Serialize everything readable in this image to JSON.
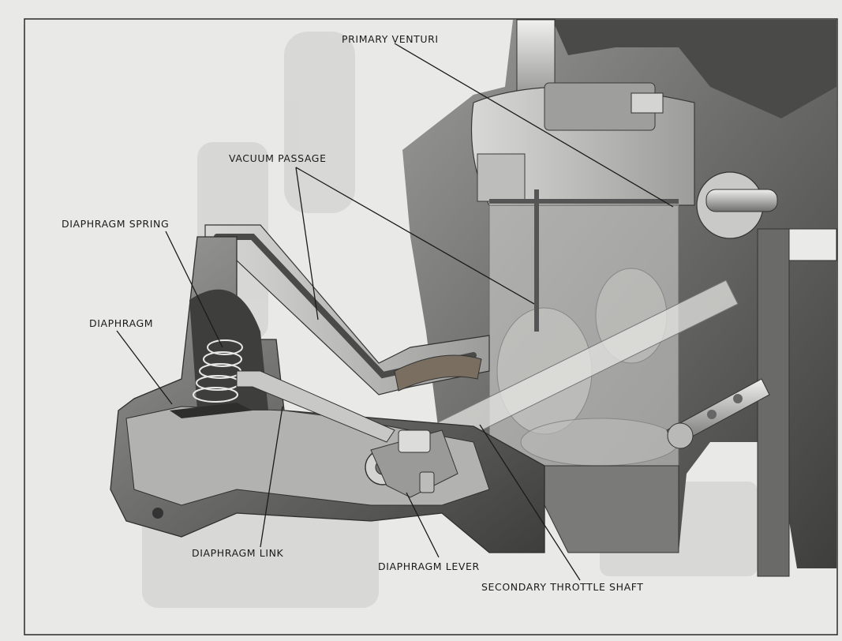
{
  "labels": {
    "primary_venturi": "PRIMARY VENTURI",
    "vacuum_passage": "VACUUM PASSAGE",
    "diaphragm_spring": "DIAPHRAGM SPRING",
    "diaphragm": "DIAPHRAGM",
    "diaphragm_link": "DIAPHRAGM LINK",
    "diaphragm_lever": "DIAPHRAGM LEVER",
    "secondary_throttle_shaft": "SECONDARY THROTTLE SHAFT"
  },
  "colors": {
    "paper": "#e9e9e7",
    "frame": "#2a2a2a",
    "metal_dark": "#5c5c5c",
    "metal_mid": "#8c8c8c",
    "metal_light": "#c9c9c7",
    "leader": "#1b1b1b"
  }
}
